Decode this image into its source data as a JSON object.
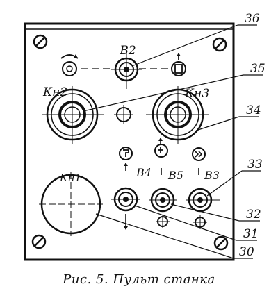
{
  "caption": "Рис. 5. Пульт станка",
  "labels": {
    "b2": "В2",
    "kn2": "Кн2",
    "kn3": "Кн3",
    "kn1": "Кн1",
    "b4": "В4",
    "b5": "В5",
    "b3": "В3"
  },
  "callouts": {
    "n36": "36",
    "n35": "35",
    "n34": "34",
    "n33": "33",
    "n32": "32",
    "n31": "31",
    "n30": "30"
  },
  "colors": {
    "ink": "#111111",
    "paper": "#ffffff"
  }
}
